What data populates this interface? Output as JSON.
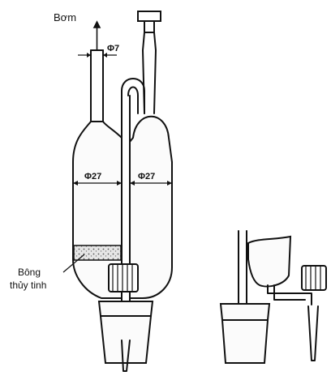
{
  "labels": {
    "pump": "Bơm",
    "dia_tube": "Φ7",
    "dia_left": "Φ27",
    "dia_right": "Φ27",
    "glass_wool_line1": "Bông",
    "glass_wool_line2": "thủy tinh"
  },
  "colors": {
    "ink": "#111111",
    "paper": "#ffffff",
    "wool": "#d9d9d9"
  }
}
